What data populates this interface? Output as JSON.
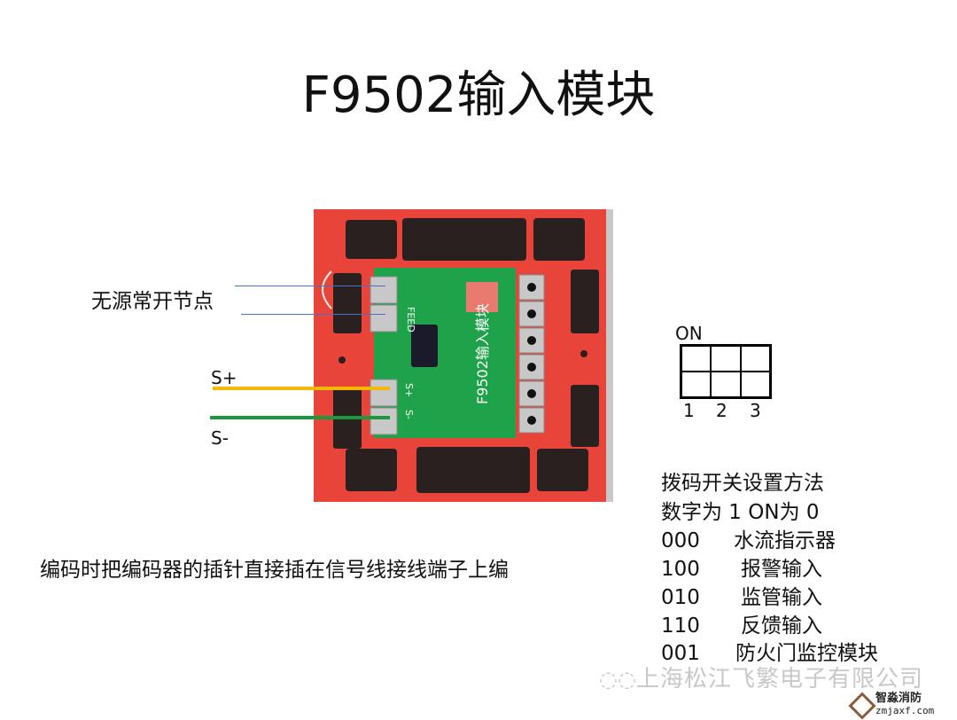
{
  "title": "F9502输入模块",
  "labels": {
    "contact": "无源常开节点",
    "s_plus": "S+",
    "s_minus": "S-"
  },
  "photo": {
    "pcb_text": "F9502输入模块",
    "feed": "FEED",
    "s_plus": "S+",
    "s_minus": "S-"
  },
  "dip": {
    "on": "ON",
    "numbers": [
      "1",
      "2",
      "3"
    ]
  },
  "instructions": {
    "heading": "拨码开关设置方法",
    "rule": "数字为 1 ON为 0",
    "rows": [
      {
        "code": "000",
        "name": "水流指示器"
      },
      {
        "code": "100",
        "name": "报警输入"
      },
      {
        "code": "010",
        "name": "监管输入"
      },
      {
        "code": "110",
        "name": "反馈输入"
      },
      {
        "code": "001",
        "name": "防火门监控模块"
      }
    ]
  },
  "note": "编码时把编码器的插针直接插在信号线接线端子上编",
  "watermark": "上海松江飞繁电子有限公司",
  "logo": {
    "name": "智淼消防",
    "url": "zmjaxf.com"
  },
  "colors": {
    "s_plus_wire": "#f5b800",
    "s_minus_wire": "#1a9a3a",
    "contact_wire": "#4472c4",
    "housing": "#e8443a",
    "pcb": "#1fa34a"
  }
}
